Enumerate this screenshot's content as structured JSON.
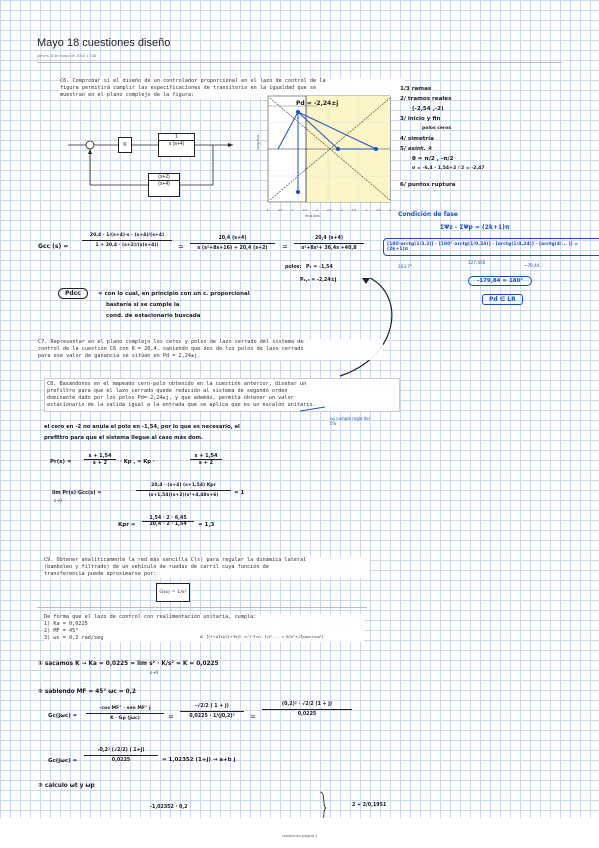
{
  "header": {
    "title": "Mayo 18 cuestiones diseño",
    "date": "jueves, 8 de mayo de 2016     17:36"
  },
  "c6": {
    "text": [
      "C6. Comprobar si el diseño de un controlador proporcional en el lazo de control de la",
      "figura permitirá cumplir las especificaciones de transitorio en la igualdad que se",
      "muestran en el plano complejo de la figura:"
    ],
    "block_k": "K",
    "block_g_num": "1",
    "block_g_den": "s (s+4)",
    "block_h_num": "(s+2)",
    "block_h_den": "(s+4)",
    "notes_right": [
      "1/3 ramas",
      "2/ tramos reales",
      "(-2,54 ,-2)",
      "3/ inicio y fin",
      "polos    ceros",
      "4/ simetría",
      "5/ asínt. ②",
      "θ = π/2 , -π/2",
      "σ = -6,4 - 1,54+2 / 2 = -2,47",
      "6/ puntos ruptura"
    ],
    "pole_label": "Pd = -2,24±j",
    "rlocus_axis_x": "Real Axis",
    "rlocus_axis_y": "Imag Axis",
    "rlocus_ticks_x": [
      "-5",
      "-4.5",
      "-4",
      "-3.5",
      "-3",
      "-2.5",
      "-2",
      "-1.5",
      "-1",
      "-0.5",
      "0"
    ]
  },
  "fase": {
    "title": "Condición de fase",
    "eq": "ΣΨz - ΣΨp = (2k+1)π",
    "terms": "[180-arctg(1/3,2)] - [180°-arctg(1/0,24)] - [arctg(1/4,24)] - [arctg(4/... )] = (2k+1)π",
    "vals": [
      "163,7°",
      "127,456",
      "~79,44"
    ],
    "result": "-179,84 ≈ 180°",
    "pd_elr": "Pd ∈ LR"
  },
  "gcc": {
    "lhs": "Gcc (s) =",
    "frac1_num": "20,4 · 1/(s+4)·s · (s+4)/(s+4)",
    "frac1_den": "1 + 20,4 · (s+2)/(s(s+4))",
    "frac2_num": "20,4 (s+4)",
    "frac2_den": "s (s²+8s+16) + 20,4 (s+2)",
    "frac3_num": "20,4 (s+4)",
    "frac3_den": "s³+8s²+ 36,4s +40,8",
    "polos_label": "polos:",
    "p1": "P₁ = -1,54",
    "p23": "P₂,₃ = -2,24±j"
  },
  "pdcc": {
    "badge": "Pdcc",
    "lines": [
      "= con lo cual, en principio con un c. proporcional",
      "bastaría si se cumple la",
      "cond. de estacionario buscada"
    ]
  },
  "c7": {
    "text": [
      "C7. Representar en el plano complejo los ceros y polos de lazo cerrado del sistema de",
      "control de la cuestión C6 con K = 20,4, sabiendo que dos de los polos de lazo cerrado",
      "para ese valor de ganancia se sitúan en Pd = 2,24±j."
    ]
  },
  "c8": {
    "text": [
      "C8. Basándonos en el mapeado cero-polo obtenido en la cuestión anterior, diseñar un",
      "prefiltro para que el lazo cerrado quede reducido al sistema de segundo orden",
      "dominante dado por los polos Pd=-2,24±j, y que además, permita obtener un valor",
      "estacionario de la salida igual a la entrada que se aplica que es un escalón unitario."
    ],
    "note": "no cumple regla del 5%",
    "hand1": "el cero en -2 no anula el polo en -1,54, por lo que es necesario, el",
    "hand2": "prefiltro para que el sistema llegue al caso más dom.",
    "pr_lhs": "Pr(s) =",
    "pr_num": "s + 1,54",
    "pr_den": "s + 2",
    "pr_mid": "· Kp ,  = Kp ·",
    "pr_num2": "s + 1,54",
    "pr_den2": "s + 2",
    "lim_lhs": "lim Pr(s)·Gcc(s) =",
    "lim_sub": "s→0",
    "lim_num": "20,4 · (s+4) (s+1,54) Kpr",
    "lim_den": "(s+1,54)(s+2)(s²+4,48s+6)",
    "lim_rhs": "= 1",
    "kpr_lhs": "Kpr =",
    "kpr_num": "1,54 · 2 · 6,45",
    "kpr_den": "20,4 · 2 · 1,54",
    "kpr_rhs": "= 1,3"
  },
  "c9": {
    "text": [
      "C9. Obtener analíticamente la red más sencilla C(s) para regular la dinámica lateral",
      "(bamboleo y filtrado) de un vehículo de ruedas de carril cuya función de",
      "transferencia puede aproximarse por:"
    ],
    "box_eq": "G(s) = 1/s²"
  },
  "spec": {
    "text": [
      "De forma que el lazo de control con realimentación unitaria, cumpla:",
      "1) Ka = 0,0225",
      "2) MF = 45°",
      "3) ωc = 0,2 rad/seg"
    ],
    "formula": "K · [(1+aTs)/(1+Ts)] · e^(-T₁s) · 1/s² ,  ...  = 0/(s²+2ξωns+ωn²)"
  },
  "steps": {
    "s1": "① sacamos  K → Ka = 0,0225 = lim s² · K/s² = K = 0,0225",
    "s1_sub": "s→0",
    "s2_head": "② sabiendo MF = 45°  ωc = 0,2",
    "gc1_lhs": "Gc(jωc) =",
    "gc1_num": "-cos MF° - sen MF° j",
    "gc1_den": "K · Gp (jωc)",
    "gc1_mid_num": "-√2/2 ( 1 + j)",
    "gc1_mid_den": "0,0225 · 1/(j0,2)²",
    "gc1_rhs_num": "(0,2)² · √2/2 (1 + j)",
    "gc1_rhs_den": "0,0225",
    "gc2_lhs": "Gc(jωc) =",
    "gc2_num": "-0,2² (√2/2) ( 1+j)",
    "gc2_den": "0,0225",
    "gc2_rhs": "= 1,02352 (1+j) → a+b j",
    "s3_head": "③ calculo  ωt  y  ωp",
    "bottom_frag": "-1,02352 · 0,2",
    "bottom_frag2": "2 + 2/0,1951"
  },
  "footer": "cuestiones página 1"
}
